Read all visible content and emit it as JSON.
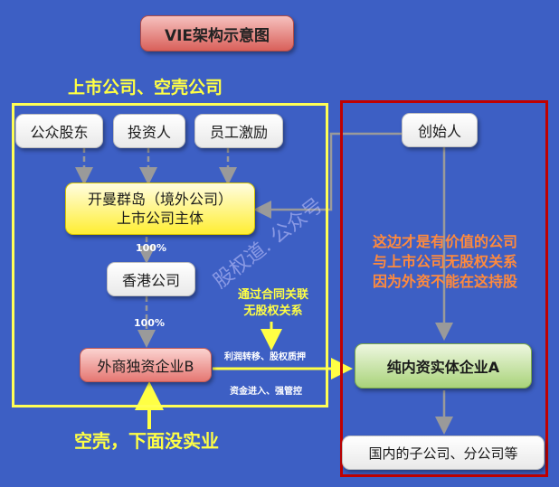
{
  "diagram": {
    "title": "VIE架构示意图",
    "listed_label": "上市公司、空壳公司",
    "nodes": {
      "public_shareholders": "公众股东",
      "investors": "投资人",
      "employee_incentive": "员工激励",
      "founder": "创始人",
      "cayman_line1": "开曼群岛（境外公司）",
      "cayman_line2": "上市公司主体",
      "hk_company": "香港公司",
      "wfoe": "外商独资企业B",
      "domestic_entity": "纯内资实体企业A",
      "subsidiaries": "国内的子公司、分公司等"
    },
    "ownership": {
      "cayman_to_hk": "100%",
      "hk_to_wfoe": "100%"
    },
    "contract_note_line1": "通过合同关联",
    "contract_note_line2": "无股权关系",
    "flow_note_top": "利润转移、股权质押",
    "flow_note_bottom": "资金进入、强管控",
    "value_note_line1": "这边才是有价值的公司",
    "value_note_line2": "与上市公司无股权关系",
    "value_note_line3": "因为外资不能在这持股",
    "shell_note": "空壳，下面没实业",
    "watermark": "股权道. 公众号"
  },
  "colors": {
    "background": "#3d5fc4",
    "frame_yellow": "#ffff55",
    "frame_red": "#c00000",
    "label_yellow": "#ffff44",
    "label_orange": "#ff8a3d"
  }
}
